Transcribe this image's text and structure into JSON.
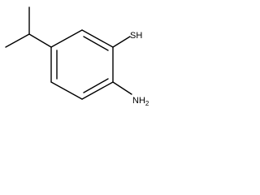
{
  "molecule": {
    "labels": {
      "thiol": "SH",
      "amine": "NH",
      "amine_subscript": "2"
    },
    "colors": {
      "bond": "#000000",
      "text": "#000000",
      "background": "#ffffff"
    }
  }
}
